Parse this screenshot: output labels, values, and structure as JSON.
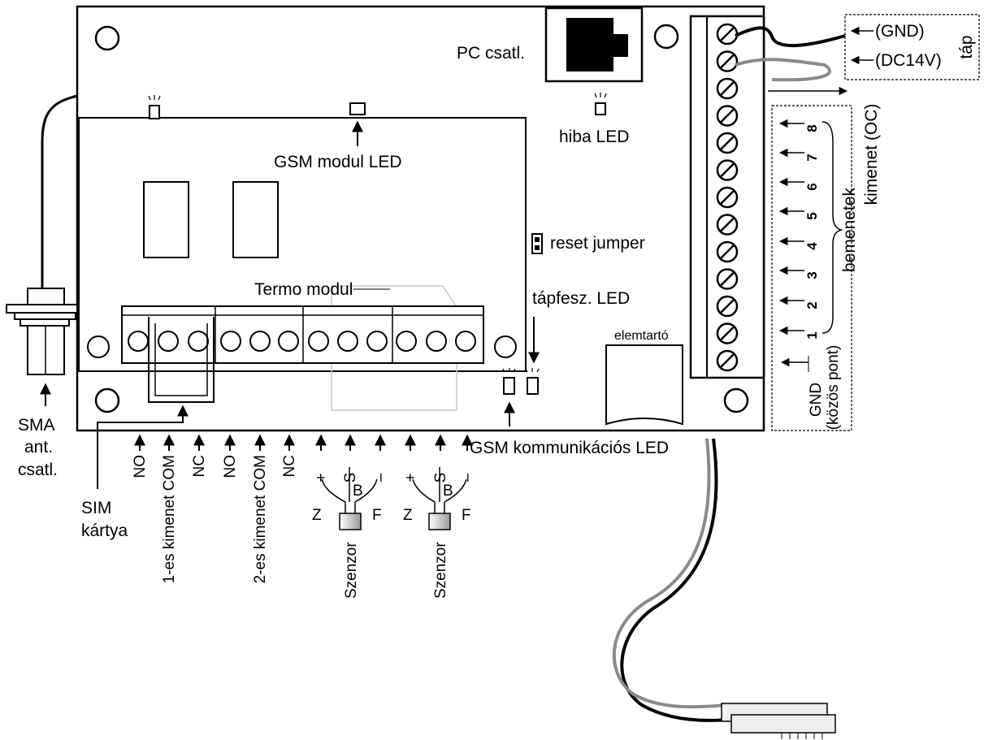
{
  "labels": {
    "pc_connector": "PC csatl.",
    "error_led": "hiba LED",
    "gsm_module_led": "GSM modul LED",
    "reset_jumper": "reset jumper",
    "thermo_module": "Termo modul",
    "power_led": "tápfesz. LED",
    "battery_holder": "elemtartó",
    "gsm_comm_led": "GSM kommunikációs LED",
    "sma_line1": "SMA",
    "sma_line2": "ant.",
    "sma_line3": "csatl.",
    "sim_line1": "SIM",
    "sim_line2": "kártya",
    "gnd": "(GND)",
    "dc14v": "(DC14V)",
    "supply": "táp",
    "output_oc": "kimenet (OC)",
    "inputs": "bemenetek",
    "gnd_common_line1": "GND",
    "gnd_common_line2": "(közös pont)"
  },
  "input_numbers": [
    "8",
    "7",
    "6",
    "5",
    "4",
    "3",
    "2",
    "1"
  ],
  "bottom_pins": [
    "NO",
    "1-es kimenet COM",
    "NC",
    "NO",
    "2-es kimenet COM",
    "NC",
    "+",
    "S",
    "–",
    "+",
    "S",
    "–"
  ],
  "sensor1": {
    "z": "Z",
    "b": "B",
    "f": "F",
    "name": "Szenzor"
  },
  "sensor2": {
    "z": "Z",
    "b": "B",
    "f": "F",
    "name": "Szenzor"
  },
  "colors": {
    "line": "#000000",
    "wire_gray": "#8a8a8a",
    "faint": "#c8c8c8"
  }
}
